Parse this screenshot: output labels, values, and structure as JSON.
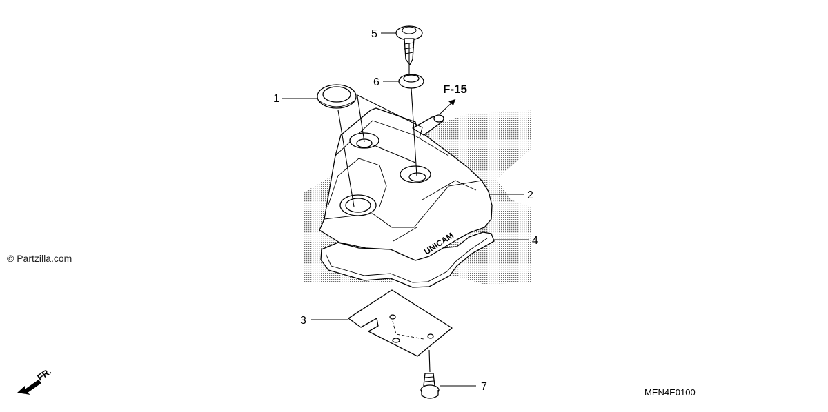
{
  "diagram": {
    "drawing_code": "MEN4E0100",
    "copyright": "© Partzilla.com",
    "reference_label": "F-15",
    "front_label": "FR.",
    "cover_logo": "UNICAM",
    "callouts": [
      "1",
      "2",
      "3",
      "4",
      "5",
      "6",
      "7"
    ]
  }
}
